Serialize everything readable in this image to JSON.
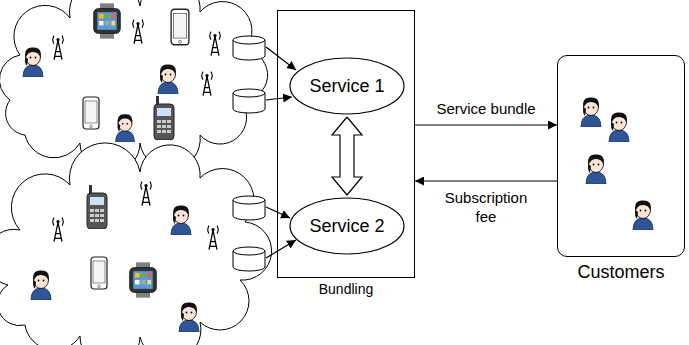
{
  "diagram": {
    "nodes": [
      {
        "text": [
          "Bundling"
        ]
      },
      {
        "text": [
          "Service 1"
        ],
        "in": 0
      },
      {
        "text": [
          "Service 2"
        ],
        "in": 0
      },
      {
        "text": [
          "Customers"
        ]
      }
    ],
    "edges": [
      {
        "from": 1,
        "to": 2,
        "arrow": "both"
      },
      {
        "from": 0,
        "to": 3,
        "label": "Service bundle",
        "arrow": "to"
      },
      {
        "from": 3,
        "to": 0,
        "label": "Subscription fee",
        "arrow": "to"
      }
    ]
  }
}
